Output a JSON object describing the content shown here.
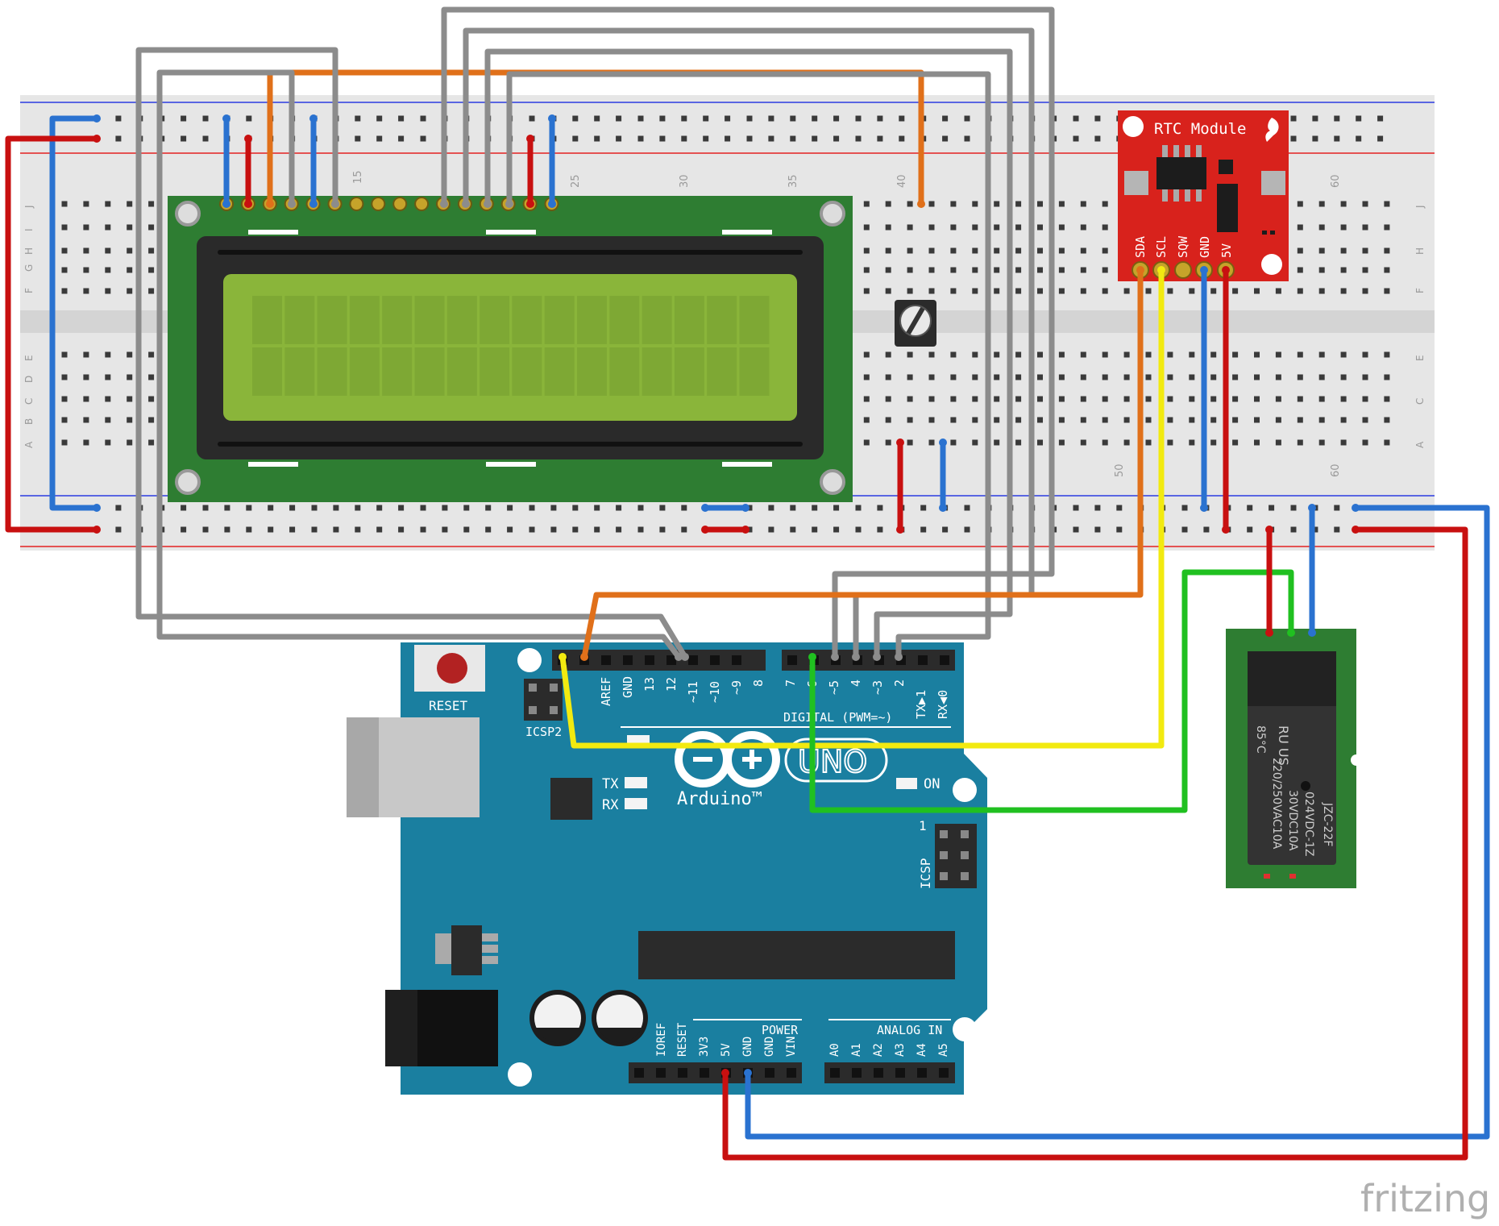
{
  "colors": {
    "breadboard": "#e6e6e6",
    "breadboard_channel": "#d2d2d2",
    "rail_blue": "#2b3be0",
    "rail_red": "#e32020",
    "hole": "#3a3a3a",
    "hole_active": "#3fbf3f",
    "lcd_pcb": "#2e7d32",
    "lcd_bezel": "#2a2a2a",
    "lcd_screen": "#8ab53a",
    "arduino": "#1a7fa0",
    "rtc": "#d8221c",
    "relay_pcb": "#2e7d32",
    "relay_body": "#333333",
    "wire_gray": "#8c8c8c",
    "wire_red": "#c81010",
    "wire_blue": "#2a72d0",
    "wire_orange": "#e0701a",
    "wire_yellow": "#f2ea10",
    "wire_green": "#20c020"
  },
  "breadboard": {
    "row_letters_top": [
      "J",
      "I",
      "H",
      "G",
      "F"
    ],
    "row_letters_bottom": [
      "E",
      "D",
      "C",
      "B",
      "A"
    ],
    "column_numbers_top": [
      "15",
      "25",
      "30",
      "35",
      "40",
      "60"
    ],
    "column_numbers_bottom": [
      "50",
      "60"
    ]
  },
  "rtc": {
    "title": "RTC Module",
    "pins": [
      "SDA",
      "SCL",
      "SQW",
      "GND",
      "5V"
    ]
  },
  "arduino": {
    "reset_label": "RESET",
    "icsp_top_label": "ICSP2",
    "icsp_right_label": "ICSP",
    "icsp_pin1": "1",
    "tx_label": "TX",
    "rx_label": "RX",
    "on_label": "ON",
    "brand": "Arduino™",
    "model": "UNO",
    "digital_label": "DIGITAL (PWM=~)",
    "digital_pins_left": [
      "AREF",
      "GND",
      "13",
      "12",
      "~11",
      "~10",
      "~9",
      "8"
    ],
    "digital_pins_right": [
      "7",
      "~6",
      "~5",
      "4",
      "~3",
      "2",
      "TX▶1",
      "RX◀0"
    ],
    "power_label": "POWER",
    "power_pins": [
      "IOREF",
      "RESET",
      "3V3",
      "5V",
      "GND",
      "GND",
      "VIN"
    ],
    "analog_label": "ANALOG IN",
    "analog_pins": [
      "A0",
      "A1",
      "A2",
      "A3",
      "A4",
      "A5"
    ]
  },
  "relay": {
    "lines": [
      "JZC-22F",
      "024VDC-1Z",
      "30VDC10A",
      "220/250VAC10A",
      "85°C"
    ],
    "cert": "RU US"
  },
  "watermark": "fritzing"
}
